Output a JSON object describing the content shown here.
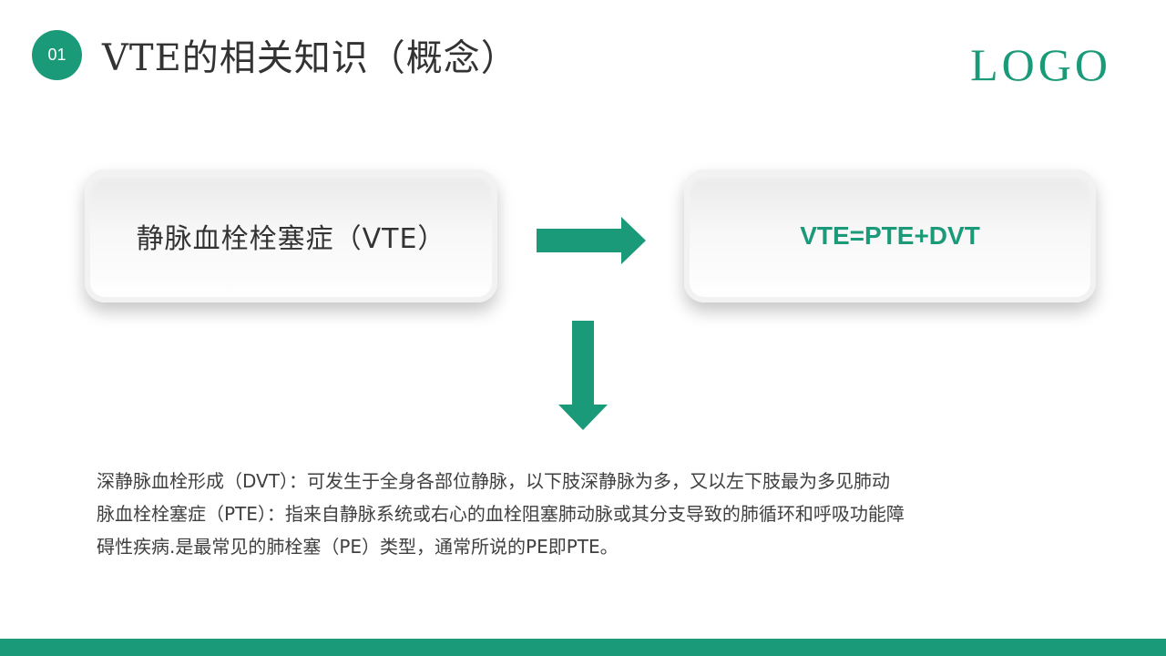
{
  "header": {
    "badge_number": "01",
    "title": "VTE的相关知识（概念）",
    "logo": "LOGO"
  },
  "diagram": {
    "left_box": "静脉血栓栓塞症（VTE）",
    "right_box": "VTE=PTE+DVT",
    "arrow_right_icon": "arrow-right-icon",
    "arrow_down_icon": "arrow-down-icon"
  },
  "description": {
    "line1": "深静脉血栓形成（DVT）：可发生于全身各部位静脉，以下肢深静脉为多，又以左下肢最为多见肺动",
    "line2": "脉血栓栓塞症（PTE）：指来自静脉系统或右心的血栓阻塞肺动脉或其分支导致的肺循环和呼吸功能障",
    "line3": "碍性疾病.是最常见的肺栓塞（PE）类型，通常所说的PE即PTE。"
  },
  "colors": {
    "accent": "#1a9a78",
    "text": "#333333"
  }
}
